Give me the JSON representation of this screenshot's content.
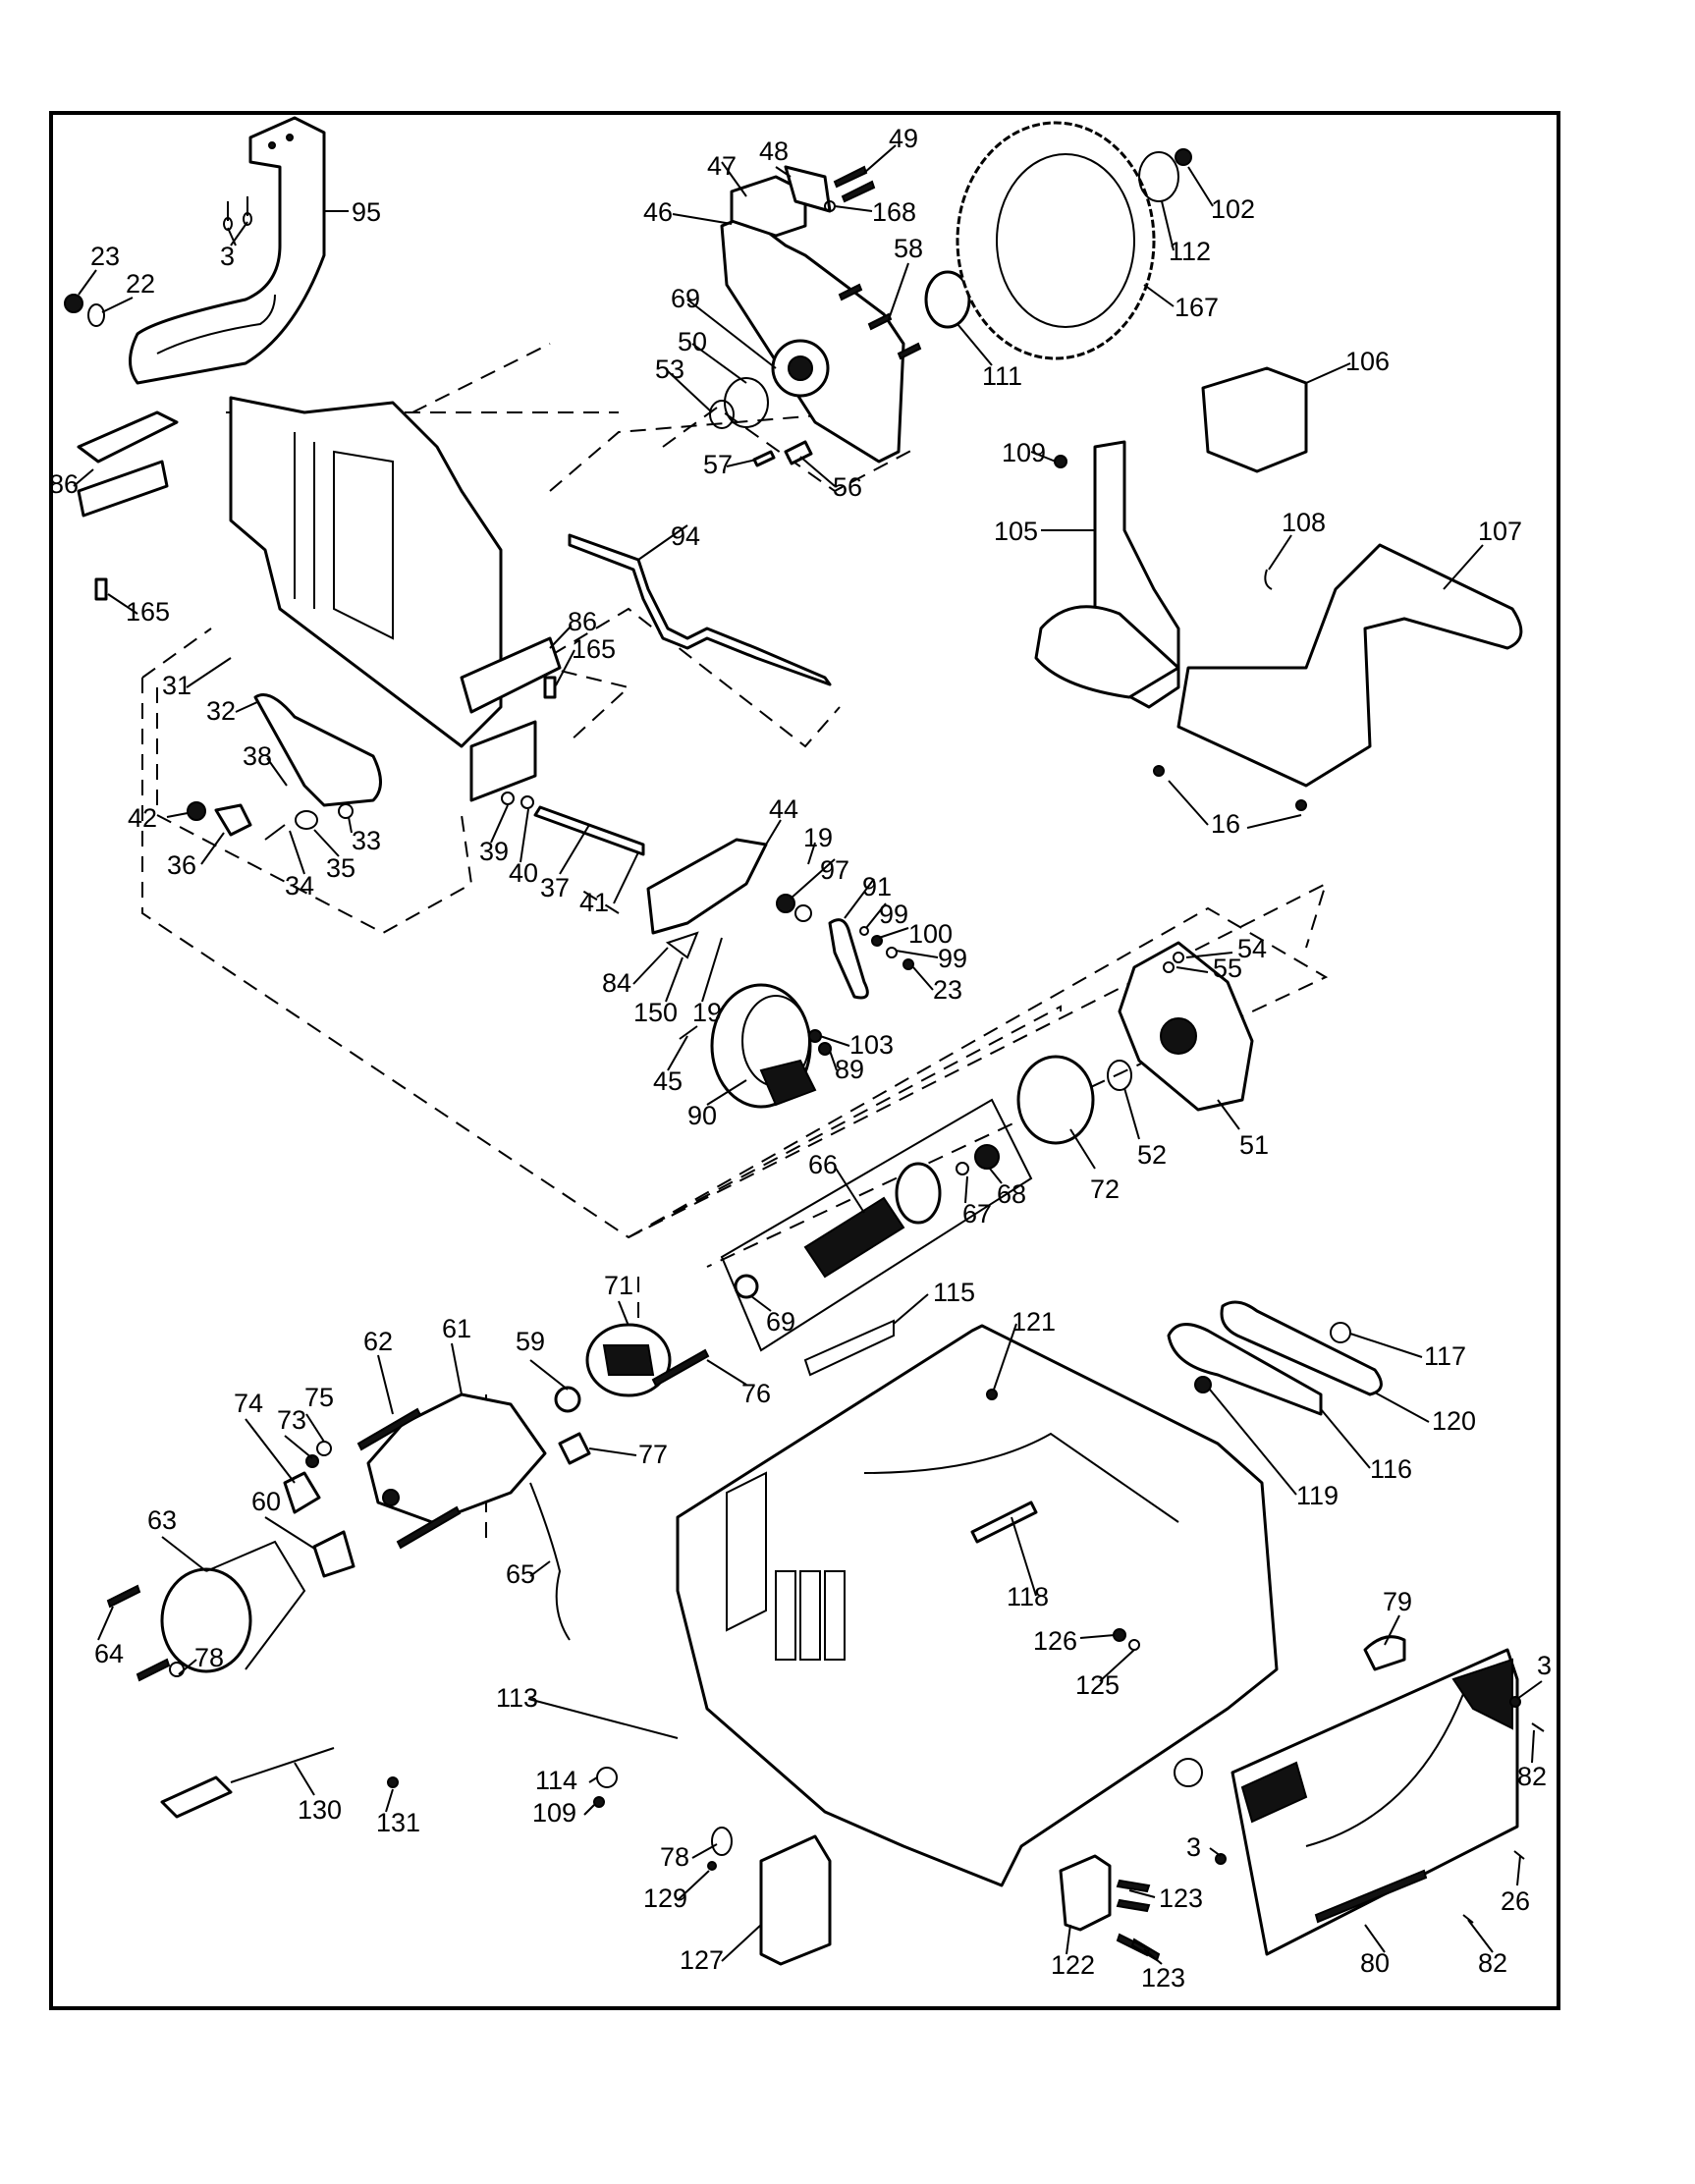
{
  "diagram": {
    "title": "Table Saw Exploded Parts Diagram",
    "colors": {
      "ink": "#000000",
      "paper": "#ffffff"
    },
    "callouts": [
      {
        "id": "c-95",
        "label": "95"
      },
      {
        "id": "c-3a",
        "label": "3"
      },
      {
        "id": "c-23a",
        "label": "23"
      },
      {
        "id": "c-22",
        "label": "22"
      },
      {
        "id": "c-86a",
        "label": "86"
      },
      {
        "id": "c-165a",
        "label": "165"
      },
      {
        "id": "c-31",
        "label": "31"
      },
      {
        "id": "c-32",
        "label": "32"
      },
      {
        "id": "c-38",
        "label": "38"
      },
      {
        "id": "c-42",
        "label": "42"
      },
      {
        "id": "c-36",
        "label": "36"
      },
      {
        "id": "c-34",
        "label": "34"
      },
      {
        "id": "c-35",
        "label": "35"
      },
      {
        "id": "c-33",
        "label": "33"
      },
      {
        "id": "c-86b",
        "label": "86"
      },
      {
        "id": "c-165b",
        "label": "165"
      },
      {
        "id": "c-94",
        "label": "94"
      },
      {
        "id": "c-39",
        "label": "39"
      },
      {
        "id": "c-40",
        "label": "40"
      },
      {
        "id": "c-37",
        "label": "37"
      },
      {
        "id": "c-41",
        "label": "41"
      },
      {
        "id": "c-44",
        "label": "44"
      },
      {
        "id": "c-19a",
        "label": "19"
      },
      {
        "id": "c-97",
        "label": "97"
      },
      {
        "id": "c-91",
        "label": "91"
      },
      {
        "id": "c-99a",
        "label": "99"
      },
      {
        "id": "c-100",
        "label": "100"
      },
      {
        "id": "c-99b",
        "label": "99"
      },
      {
        "id": "c-23b",
        "label": "23"
      },
      {
        "id": "c-84",
        "label": "84"
      },
      {
        "id": "c-150",
        "label": "150"
      },
      {
        "id": "c-19b",
        "label": "19"
      },
      {
        "id": "c-45",
        "label": "45"
      },
      {
        "id": "c-90",
        "label": "90"
      },
      {
        "id": "c-103",
        "label": "103"
      },
      {
        "id": "c-89",
        "label": "89"
      },
      {
        "id": "c-47",
        "label": "47"
      },
      {
        "id": "c-48",
        "label": "48"
      },
      {
        "id": "c-49",
        "label": "49"
      },
      {
        "id": "c-168",
        "label": "168"
      },
      {
        "id": "c-46",
        "label": "46"
      },
      {
        "id": "c-58",
        "label": "58"
      },
      {
        "id": "c-69a",
        "label": "69"
      },
      {
        "id": "c-50",
        "label": "50"
      },
      {
        "id": "c-53",
        "label": "53"
      },
      {
        "id": "c-57",
        "label": "57"
      },
      {
        "id": "c-56",
        "label": "56"
      },
      {
        "id": "c-111",
        "label": "111"
      },
      {
        "id": "c-167",
        "label": "167"
      },
      {
        "id": "c-112",
        "label": "112"
      },
      {
        "id": "c-102",
        "label": "102"
      },
      {
        "id": "c-106",
        "label": "106"
      },
      {
        "id": "c-109a",
        "label": "109"
      },
      {
        "id": "c-105",
        "label": "105"
      },
      {
        "id": "c-108",
        "label": "108"
      },
      {
        "id": "c-107",
        "label": "107"
      },
      {
        "id": "c-16",
        "label": "16"
      },
      {
        "id": "c-54",
        "label": "54"
      },
      {
        "id": "c-55",
        "label": "55"
      },
      {
        "id": "c-52",
        "label": "52"
      },
      {
        "id": "c-51",
        "label": "51"
      },
      {
        "id": "c-72",
        "label": "72"
      },
      {
        "id": "c-66",
        "label": "66"
      },
      {
        "id": "c-67",
        "label": "67"
      },
      {
        "id": "c-68",
        "label": "68"
      },
      {
        "id": "c-69b",
        "label": "69"
      },
      {
        "id": "c-115",
        "label": "115"
      },
      {
        "id": "c-121",
        "label": "121"
      },
      {
        "id": "c-71",
        "label": "71"
      },
      {
        "id": "c-76",
        "label": "76"
      },
      {
        "id": "c-59",
        "label": "59"
      },
      {
        "id": "c-62",
        "label": "62"
      },
      {
        "id": "c-61",
        "label": "61"
      },
      {
        "id": "c-74",
        "label": "74"
      },
      {
        "id": "c-75",
        "label": "75"
      },
      {
        "id": "c-73",
        "label": "73"
      },
      {
        "id": "c-77",
        "label": "77"
      },
      {
        "id": "c-60",
        "label": "60"
      },
      {
        "id": "c-63",
        "label": "63"
      },
      {
        "id": "c-64",
        "label": "64"
      },
      {
        "id": "c-78a",
        "label": "78"
      },
      {
        "id": "c-65",
        "label": "65"
      },
      {
        "id": "c-117",
        "label": "117"
      },
      {
        "id": "c-120",
        "label": "120"
      },
      {
        "id": "c-116",
        "label": "116"
      },
      {
        "id": "c-119",
        "label": "119"
      },
      {
        "id": "c-118",
        "label": "118"
      },
      {
        "id": "c-126",
        "label": "126"
      },
      {
        "id": "c-125",
        "label": "125"
      },
      {
        "id": "c-79",
        "label": "79"
      },
      {
        "id": "c-3b",
        "label": "3"
      },
      {
        "id": "c-82a",
        "label": "82"
      },
      {
        "id": "c-113",
        "label": "113"
      },
      {
        "id": "c-3c",
        "label": "3"
      },
      {
        "id": "c-26",
        "label": "26"
      },
      {
        "id": "c-123a",
        "label": "123"
      },
      {
        "id": "c-122",
        "label": "122"
      },
      {
        "id": "c-123b",
        "label": "123"
      },
      {
        "id": "c-80",
        "label": "80"
      },
      {
        "id": "c-82b",
        "label": "82"
      },
      {
        "id": "c-130",
        "label": "130"
      },
      {
        "id": "c-131",
        "label": "131"
      },
      {
        "id": "c-114",
        "label": "114"
      },
      {
        "id": "c-109b",
        "label": "109"
      },
      {
        "id": "c-78b",
        "label": "78"
      },
      {
        "id": "c-129",
        "label": "129"
      },
      {
        "id": "c-127",
        "label": "127"
      }
    ]
  }
}
